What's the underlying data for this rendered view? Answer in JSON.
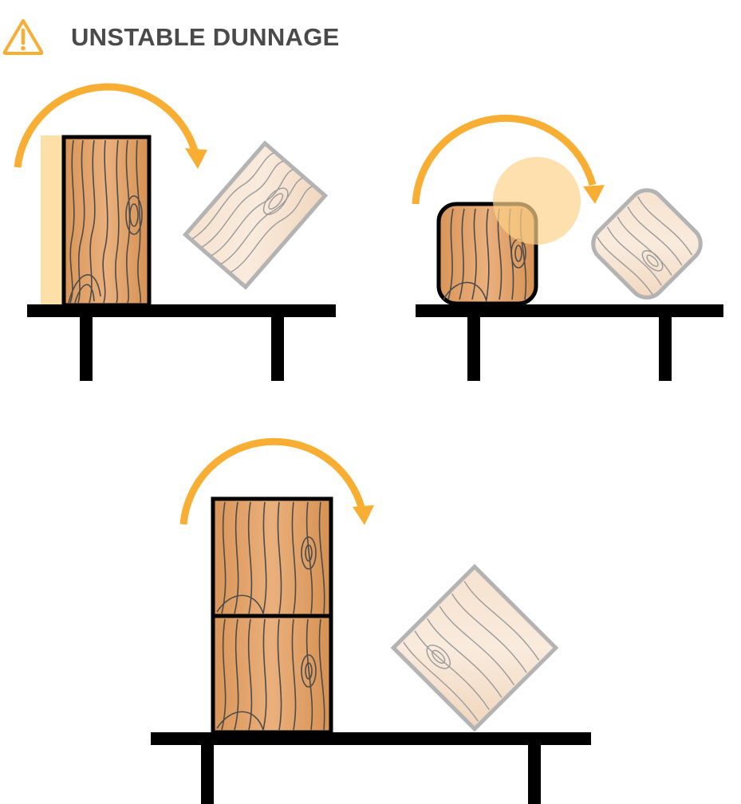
{
  "header": {
    "icon": "warning-triangle-icon",
    "title": "UNSTABLE DUNNAGE"
  },
  "colors": {
    "accent_orange": "#f8ae33",
    "highlight_pale": "#fde0a8",
    "wood_dark": "#e0a06a",
    "wood_light": "#f3dcc6",
    "grain_dark": "#4b4b4b",
    "grain_light": "#9a9a9a",
    "outline_dark": "#000000",
    "outline_ghost": "#b3b3b3",
    "shelf": "#000000",
    "title_text": "#4a4a4a"
  },
  "panels": [
    {
      "id": "tall-narrow-block",
      "description": "Tall narrow dunnage standing upright tips over onto its side",
      "states": [
        "upright block with highlighted narrow base edge",
        "tipped block (ghost)"
      ],
      "arrow": "rotation-arrow-clockwise"
    },
    {
      "id": "rounded-block",
      "description": "Rounded-corner dunnage rolls over its rounded edge",
      "states": [
        "rounded block with highlighted rounded corner",
        "rolled block (ghost)"
      ],
      "arrow": "rotation-arrow-clockwise"
    },
    {
      "id": "stacked-blocks",
      "description": "Stacked dunnage blocks topple over",
      "states": [
        "two stacked blocks",
        "toppled block (ghost)"
      ],
      "arrow": "rotation-arrow-clockwise"
    }
  ]
}
